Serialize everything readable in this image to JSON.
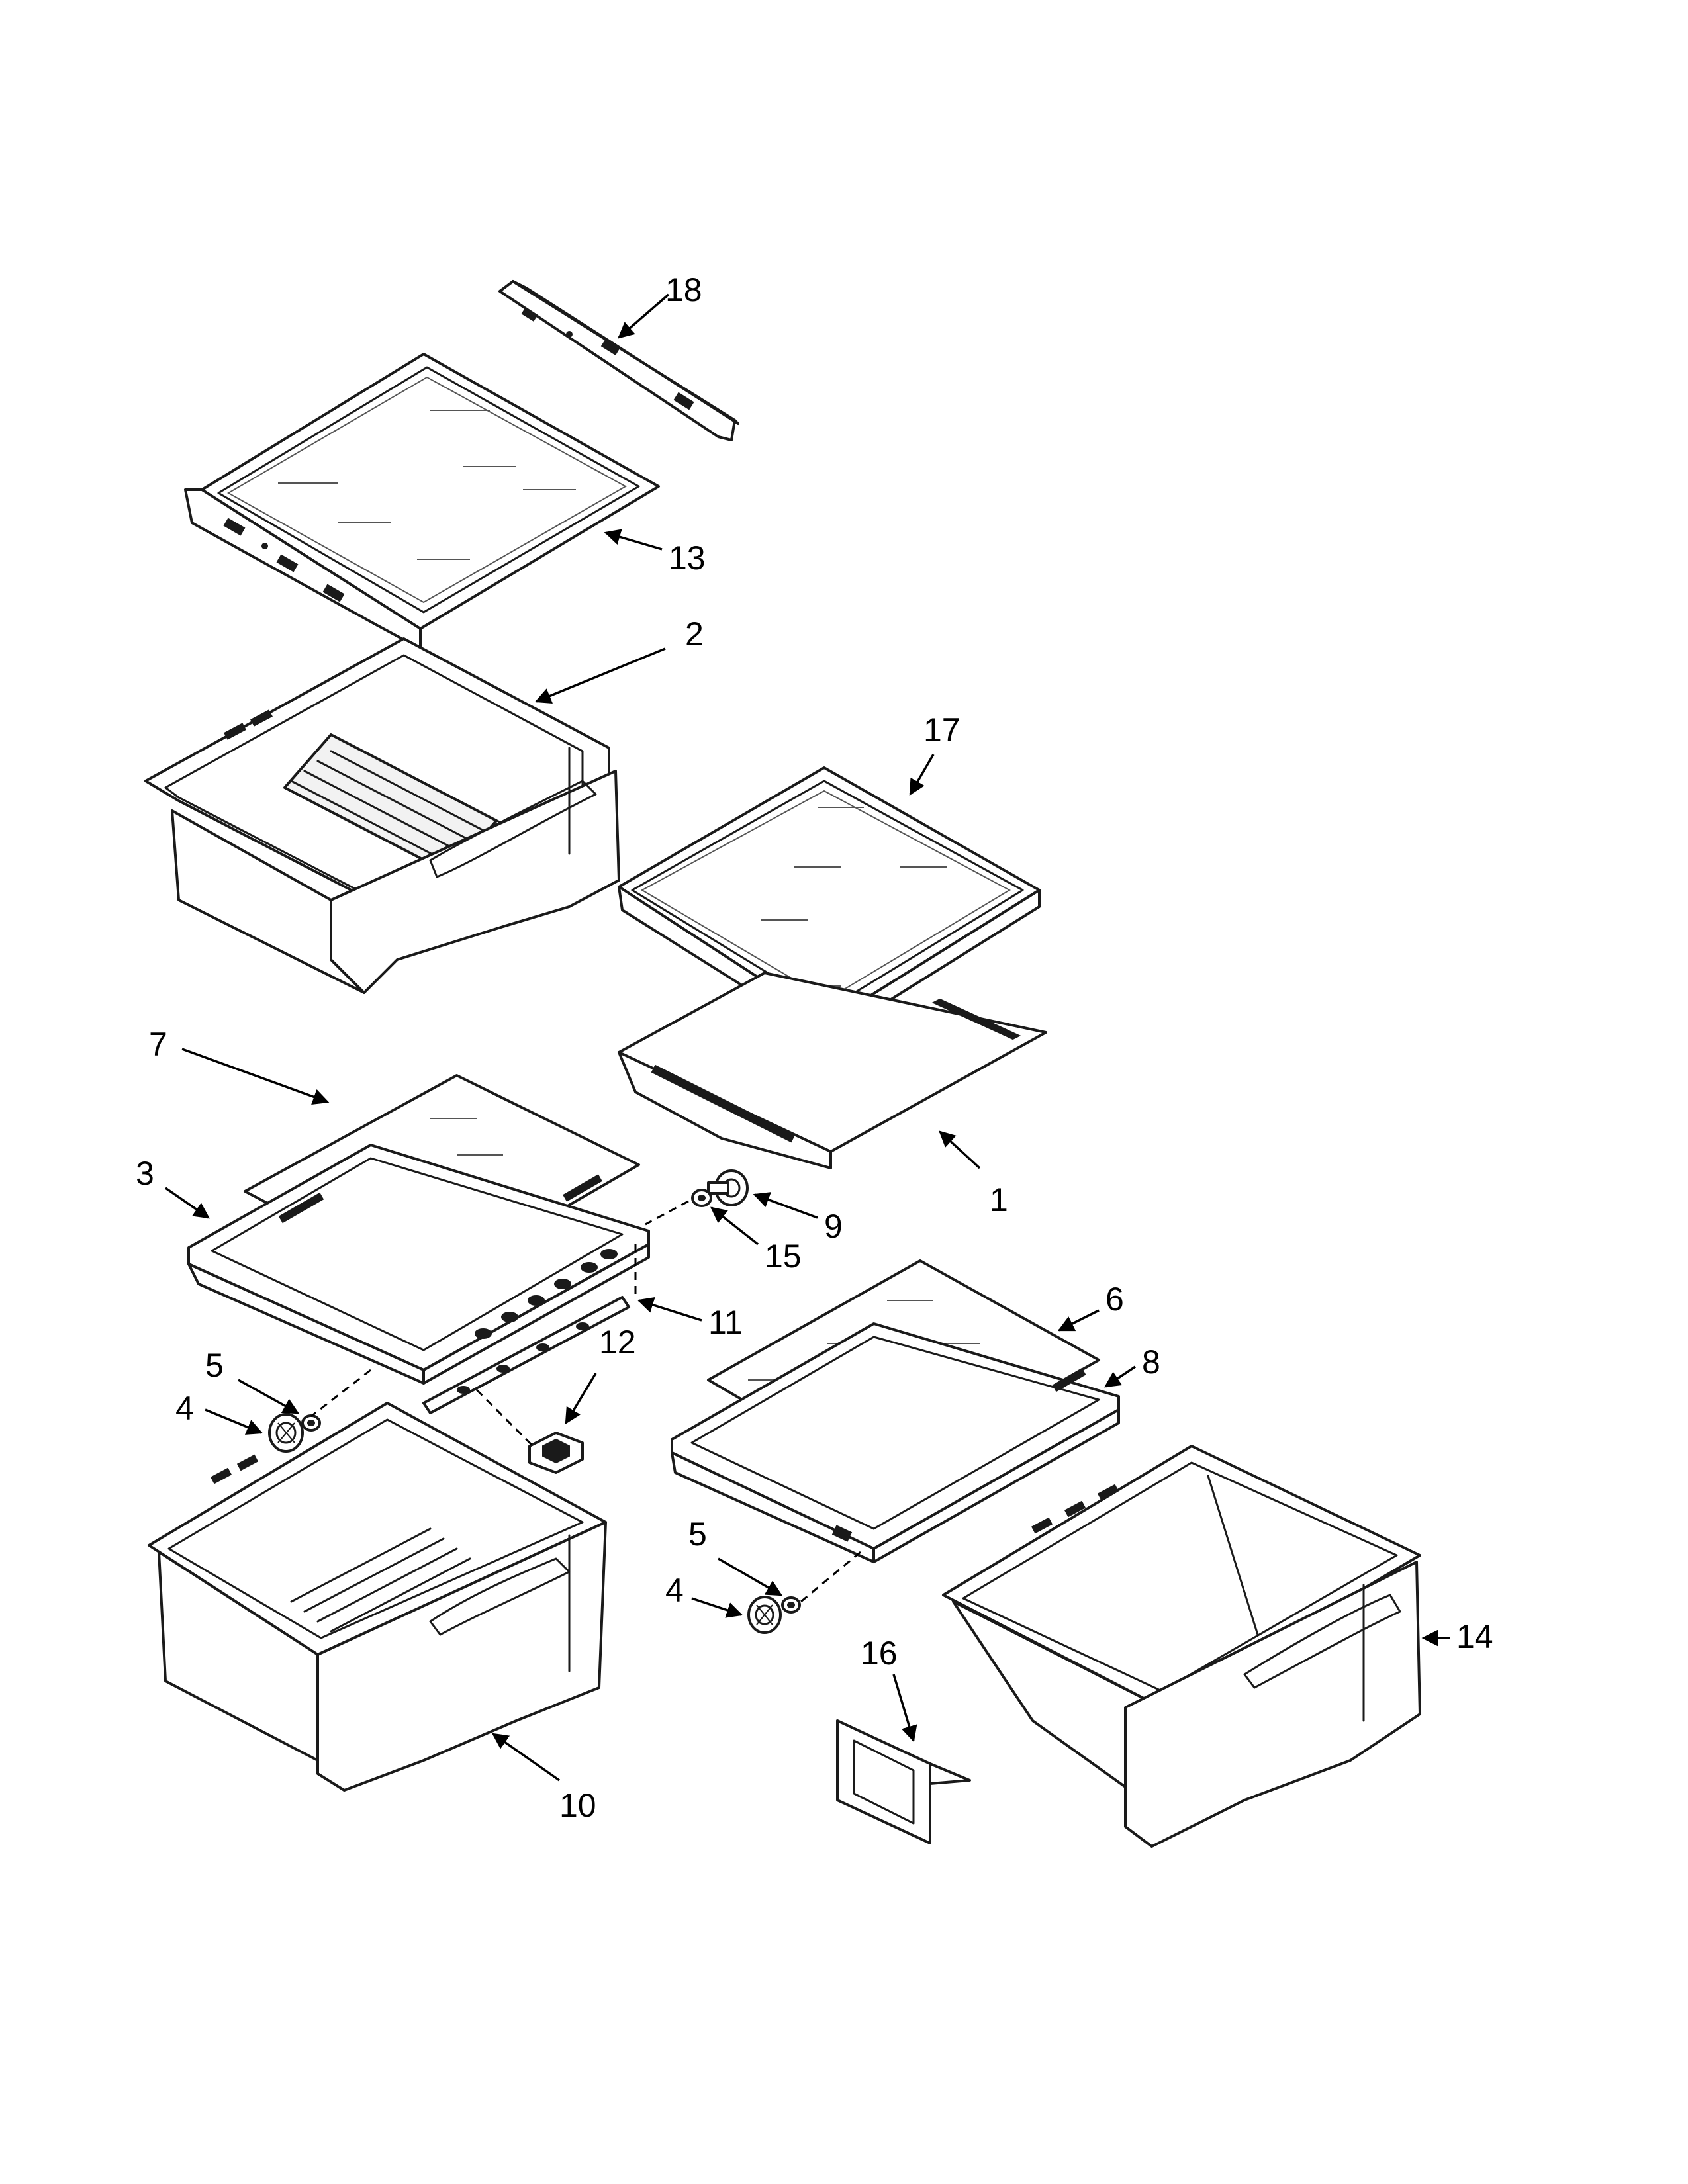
{
  "callouts": {
    "c1": "1",
    "c2": "2",
    "c3": "3",
    "c4a": "4",
    "c4b": "4",
    "c5a": "5",
    "c5b": "5",
    "c6": "6",
    "c7": "7",
    "c8": "8",
    "c9": "9",
    "c10": "10",
    "c11": "11",
    "c12": "12",
    "c13": "13",
    "c14": "14",
    "c15": "15",
    "c16": "16",
    "c17": "17",
    "c18": "18"
  },
  "colors": {
    "line": "#1a1a1a",
    "background": "#ffffff"
  }
}
